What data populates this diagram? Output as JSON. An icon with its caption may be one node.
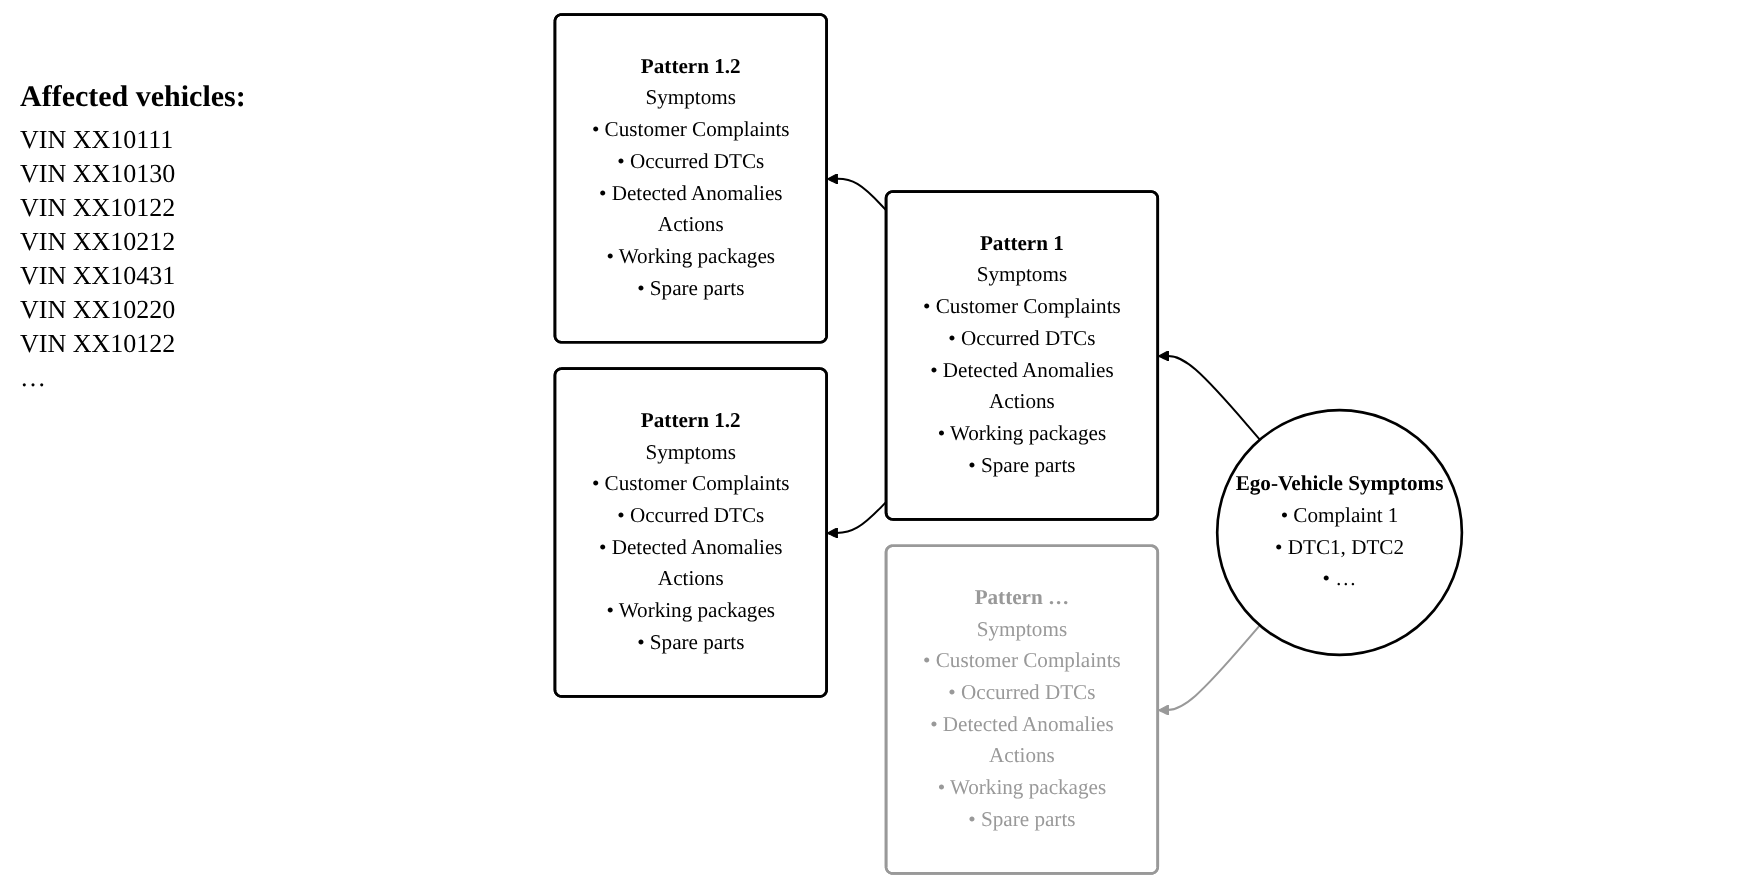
{
  "diagram": {
    "nodes": [
      {
        "text": [
          "Pattern 1.2",
          "Symptoms",
          "• Customer Complaints",
          "• Occurred DTCs",
          "• Detected Anomalies",
          "Actions",
          "• Working packages",
          "• Spare parts"
        ]
      },
      {
        "text": [
          "Pattern 1.2",
          "Symptoms",
          "• Customer Complaints",
          "• Occurred DTCs",
          "• Detected Anomalies",
          "Actions",
          "• Working packages",
          "• Spare parts"
        ]
      },
      {
        "text": [
          "Pattern 1",
          "Symptoms",
          "• Customer Complaints",
          "• Occurred DTCs",
          "• Detected Anomalies",
          "Actions",
          "• Working packages",
          "• Spare parts"
        ]
      },
      {
        "text": [
          "Ego-Vehicle Symptoms",
          "• Complaint 1",
          "• DTC1, DTC2",
          "• …"
        ]
      },
      {
        "text": [
          "Pattern …",
          "Symptoms",
          "• Customer Complaints",
          "• Occurred DTCs",
          "• Detected Anomalies",
          "Actions",
          "• Working packages",
          "• Spare parts"
        ]
      }
    ],
    "edges": [
      {
        "from": 2,
        "to": 0,
        "arrow": "to"
      },
      {
        "from": 2,
        "to": 1,
        "arrow": "to"
      },
      {
        "from": 3,
        "to": 2,
        "arrow": "to"
      },
      {
        "from": 3,
        "to": 4,
        "arrow": "to",
        "color": "#999999"
      }
    ],
    "labels": [
      "Affected vehicles:",
      "VIN XX10111",
      "VIN XX10130",
      "VIN XX10122",
      "VIN XX10212",
      "VIN XX10431",
      "VIN XX10220",
      "VIN XX10122",
      "…"
    ]
  }
}
